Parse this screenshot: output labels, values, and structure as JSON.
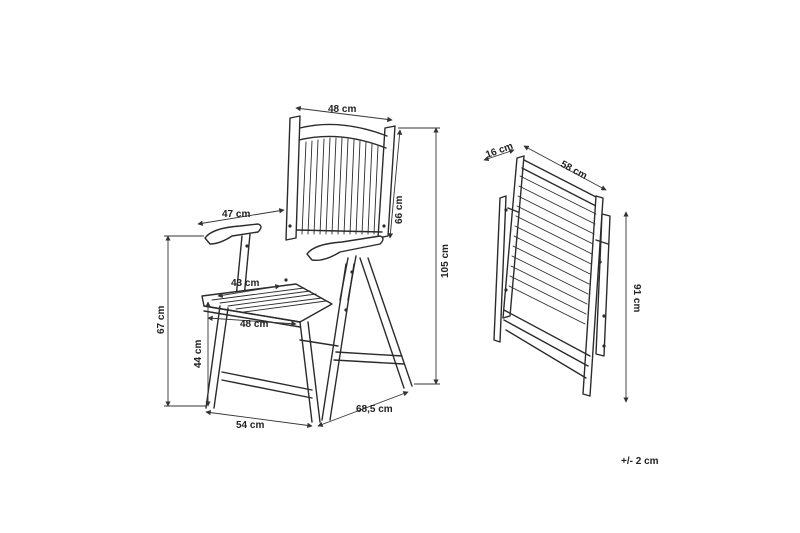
{
  "dimensions": {
    "back_width": "48 cm",
    "armrest_length": "47 cm",
    "back_height": "66 cm",
    "total_height": "105 cm",
    "seat_depth": "43 cm",
    "seat_width": "48 cm",
    "arm_height": "67 cm",
    "seat_height": "44 cm",
    "base_width": "54 cm",
    "base_depth": "68,5 cm",
    "folded_thickness": "16 cm",
    "folded_width": "58 cm",
    "folded_height": "91 cm"
  },
  "tolerance": "+/- 2 cm",
  "colors": {
    "line": "#2b2b2b",
    "text": "#222222"
  }
}
